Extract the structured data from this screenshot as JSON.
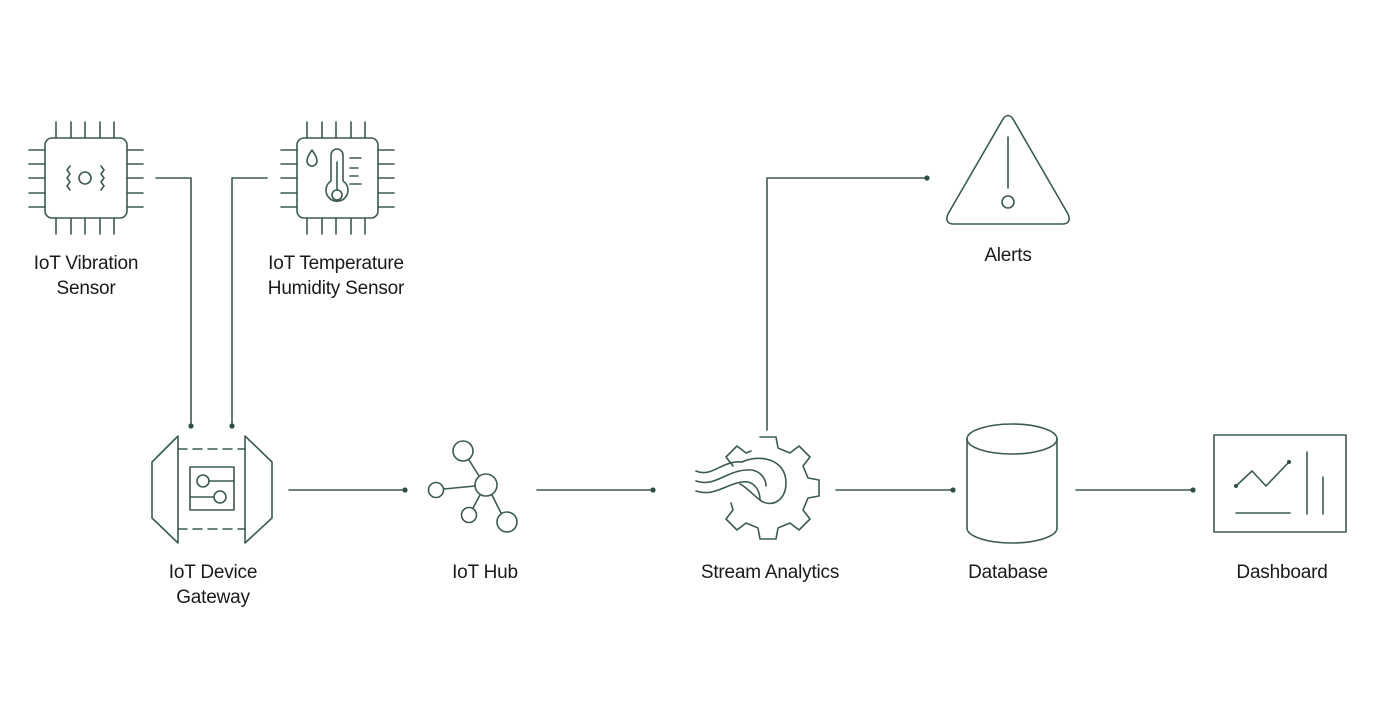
{
  "diagram": {
    "title": "IoT data pipeline",
    "stroke_color": "#3b5b4f",
    "text_color": "#1a1a1a",
    "background": "#ffffff",
    "nodes": [
      {
        "id": "vibration-sensor",
        "icon": "chip-vibration-icon",
        "label_lines": [
          "IoT Vibration",
          "Sensor"
        ]
      },
      {
        "id": "temperature-sensor",
        "icon": "chip-thermometer-icon",
        "label_lines": [
          "IoT Temperature",
          "Humidity Sensor"
        ]
      },
      {
        "id": "device-gateway",
        "icon": "gateway-icon",
        "label_lines": [
          "IoT Device",
          "Gateway"
        ]
      },
      {
        "id": "iot-hub",
        "icon": "hub-network-icon",
        "label_lines": [
          "IoT Hub"
        ]
      },
      {
        "id": "stream-analytics",
        "icon": "gear-stream-icon",
        "label_lines": [
          "Stream Analytics"
        ]
      },
      {
        "id": "alerts",
        "icon": "warning-triangle-icon",
        "label_lines": [
          "Alerts"
        ]
      },
      {
        "id": "database",
        "icon": "database-cylinder-icon",
        "label_lines": [
          "Database"
        ]
      },
      {
        "id": "dashboard",
        "icon": "dashboard-chart-icon",
        "label_lines": [
          "Dashboard"
        ]
      }
    ],
    "edges": [
      {
        "from": "vibration-sensor",
        "to": "device-gateway"
      },
      {
        "from": "temperature-sensor",
        "to": "device-gateway"
      },
      {
        "from": "device-gateway",
        "to": "iot-hub"
      },
      {
        "from": "iot-hub",
        "to": "stream-analytics"
      },
      {
        "from": "stream-analytics",
        "to": "alerts"
      },
      {
        "from": "stream-analytics",
        "to": "database"
      },
      {
        "from": "database",
        "to": "dashboard"
      }
    ]
  }
}
